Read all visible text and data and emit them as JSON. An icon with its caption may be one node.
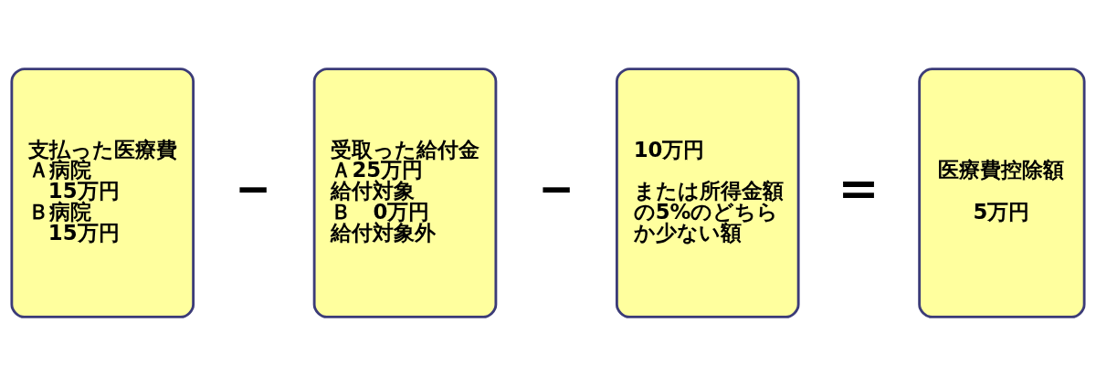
{
  "diagram": {
    "nodes": [
      {
        "text": [
          "支払った医療費",
          "Ａ病院",
          "15万円",
          "Ｂ病院",
          "15万円"
        ]
      },
      {
        "text": [
          "受取った給付金",
          "Ａ25万円",
          "給付対象",
          "Ｂ　0万円",
          "給付対象外"
        ]
      },
      {
        "text": [
          "10万円",
          "または所得金額の5%のどちらか少ない額"
        ]
      },
      {
        "text": [
          "医療費控除額",
          "5万円"
        ]
      }
    ],
    "labels": [
      "－",
      "－",
      "＝"
    ]
  }
}
